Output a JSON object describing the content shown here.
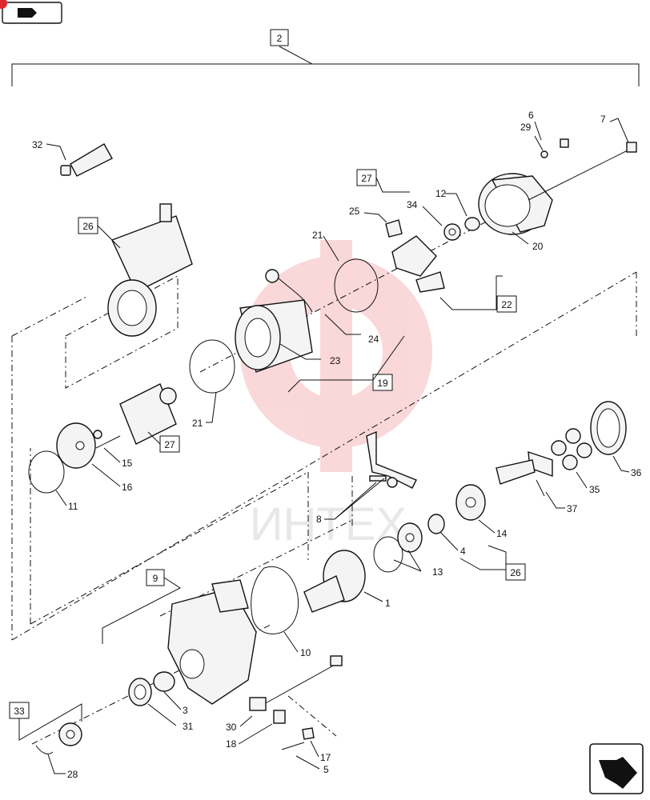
{
  "watermark": {
    "text": "ИНТЕХ",
    "color": "#f2a9ad"
  },
  "nav": {
    "top_icon": "back-arrow-icon",
    "bottom_icon": "next-arrow-icon"
  },
  "assembly_ref": "2",
  "box_labels": {
    "b2": "2",
    "b27a": "27",
    "b26a": "26",
    "b22": "22",
    "b19": "19",
    "b27b": "27",
    "b9": "9",
    "b26b": "26",
    "b33": "33"
  },
  "callouts": {
    "c6": "6",
    "c29": "29",
    "c7": "7",
    "c32": "32",
    "c34": "34",
    "c12": "12",
    "c25": "25",
    "c21a": "21",
    "c20": "20",
    "c24": "24",
    "c23": "23",
    "c21b": "21",
    "c15": "15",
    "c16": "16",
    "c11": "11",
    "c36": "36",
    "c35": "35",
    "c37": "37",
    "c8": "8",
    "c14": "14",
    "c4": "4",
    "c13": "13",
    "c1": "1",
    "c10": "10",
    "c3": "3",
    "c31": "31",
    "c30": "30",
    "c18": "18",
    "c17": "17",
    "c5": "5",
    "c28": "28"
  }
}
